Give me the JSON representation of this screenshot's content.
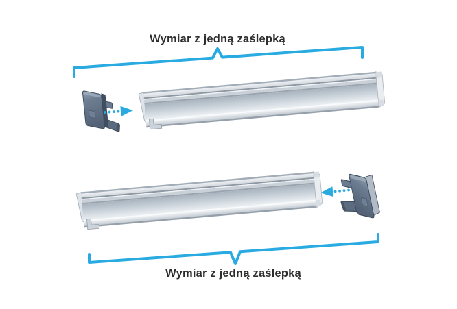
{
  "labels": {
    "top": "Wymiar z jedną zaślepką",
    "bottom": "Wymiar z jedną zaślepką"
  },
  "colors": {
    "accent": "#29ABE2",
    "text": "#2D2D2D",
    "background": "#FFFFFF",
    "profile_silver": "#C9D0D7",
    "end_cap_slate": "#5E6E82"
  },
  "icons": {
    "top_arrow": "dotted-arrow-right-icon",
    "bottom_arrow": "dotted-arrow-left-icon",
    "top_bracket": "dimension-brace-up",
    "bottom_bracket": "dimension-brace-down"
  }
}
